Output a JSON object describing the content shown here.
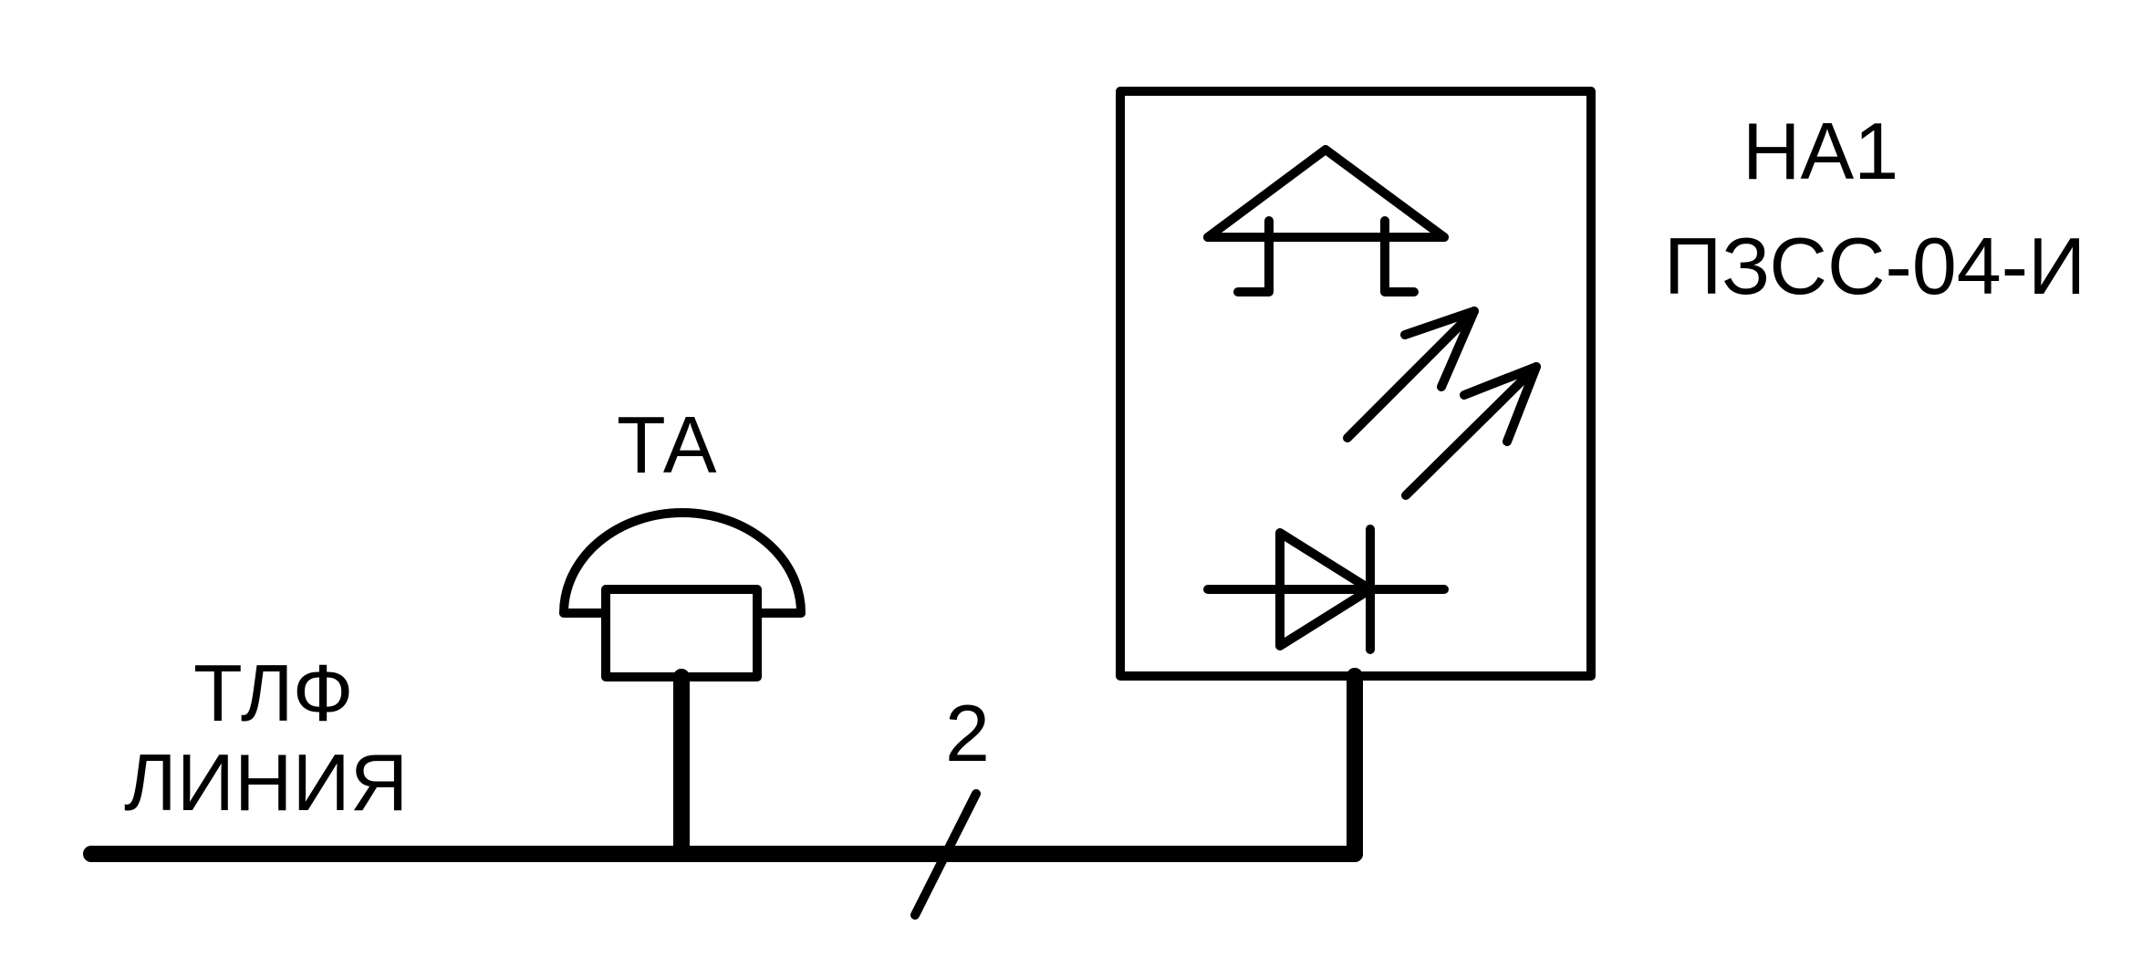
{
  "labels": {
    "line_top": "ТЛФ",
    "line_bottom": "ЛИНИЯ",
    "phone_ref": "ТА",
    "wire_count": "2",
    "device_ref": "НА1",
    "device_model": "ПЗСС-04-И"
  },
  "colors": {
    "stroke": "#000000",
    "background": "#ffffff"
  }
}
